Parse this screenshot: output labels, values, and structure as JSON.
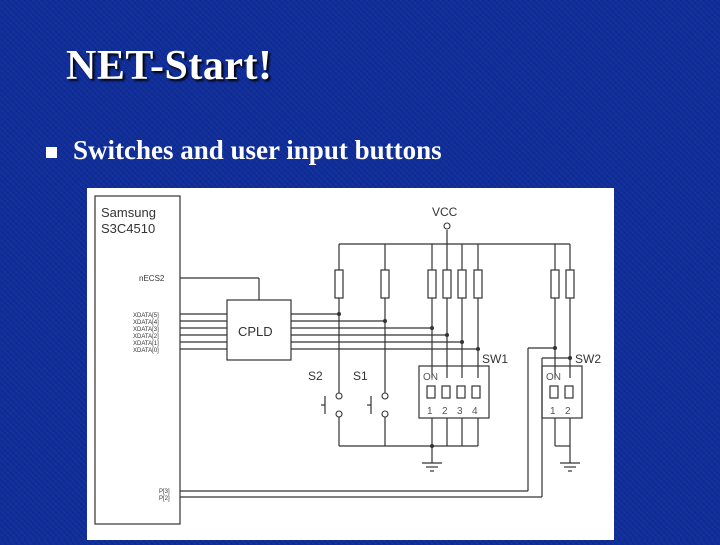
{
  "slide": {
    "title": "NET-Start!",
    "bullet": "Switches and user input buttons"
  },
  "schematic": {
    "chip_name": "Samsung",
    "chip_part": "S3C4510",
    "supply_label": "VCC",
    "pin_necs2": "nECS2",
    "data_pins": [
      "XDATA[5]",
      "XDATA[4]",
      "XDATA[3]",
      "XDATA[2]",
      "XDATA[1]",
      "XDATA[0]"
    ],
    "cpld_label": "CPLD",
    "button_s2": "S2",
    "button_s1": "S1",
    "sw1_label": "SW1",
    "sw2_label": "SW2",
    "sw1_on": "ON",
    "sw2_on": "ON",
    "sw1_numbers": [
      "1",
      "2",
      "3",
      "4"
    ],
    "sw2_numbers": [
      "1",
      "2"
    ],
    "port_pins": [
      "P[3]",
      "P[2]"
    ]
  },
  "colors": {
    "background": "#0f2d9a",
    "text": "#ffffff",
    "diagram_bg": "#ffffff",
    "diagram_ink": "#333333"
  }
}
